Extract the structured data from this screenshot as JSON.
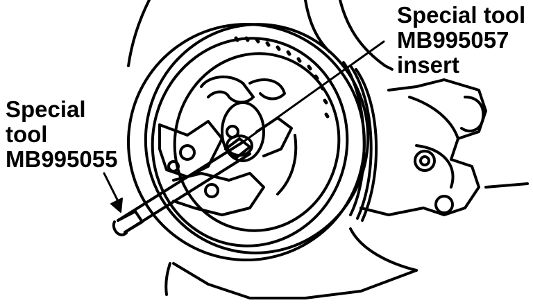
{
  "callouts": {
    "left": {
      "line1": "Special",
      "line2": "tool",
      "line3": "MB995055"
    },
    "right": {
      "line1": "Special tool",
      "line2": "MB995057",
      "line3": "insert"
    }
  },
  "colors": {
    "ink": "#000000",
    "paper": "#ffffff"
  }
}
